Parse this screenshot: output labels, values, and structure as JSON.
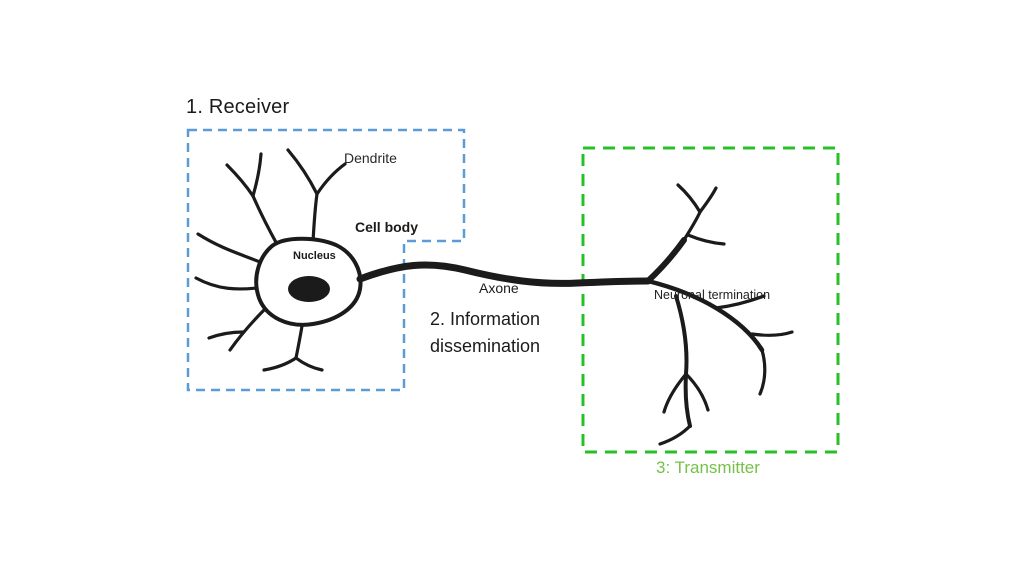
{
  "diagram": {
    "labels": {
      "receiver": "1. Receiver",
      "dendrite": "Dendrite",
      "cell_body": "Cell body",
      "nucleus": "Nucleus",
      "axon": "Axone",
      "information_line1": "2. Information",
      "information_line2": "dissemination",
      "neuronal_termination": "Neuronal termination",
      "transmitter": "3: Transmitter"
    },
    "colors": {
      "receiver_box": "#5a9bd8",
      "transmitter_box": "#27c127",
      "transmitter_text": "#76c14b",
      "ink": "#1b1b1b"
    }
  }
}
